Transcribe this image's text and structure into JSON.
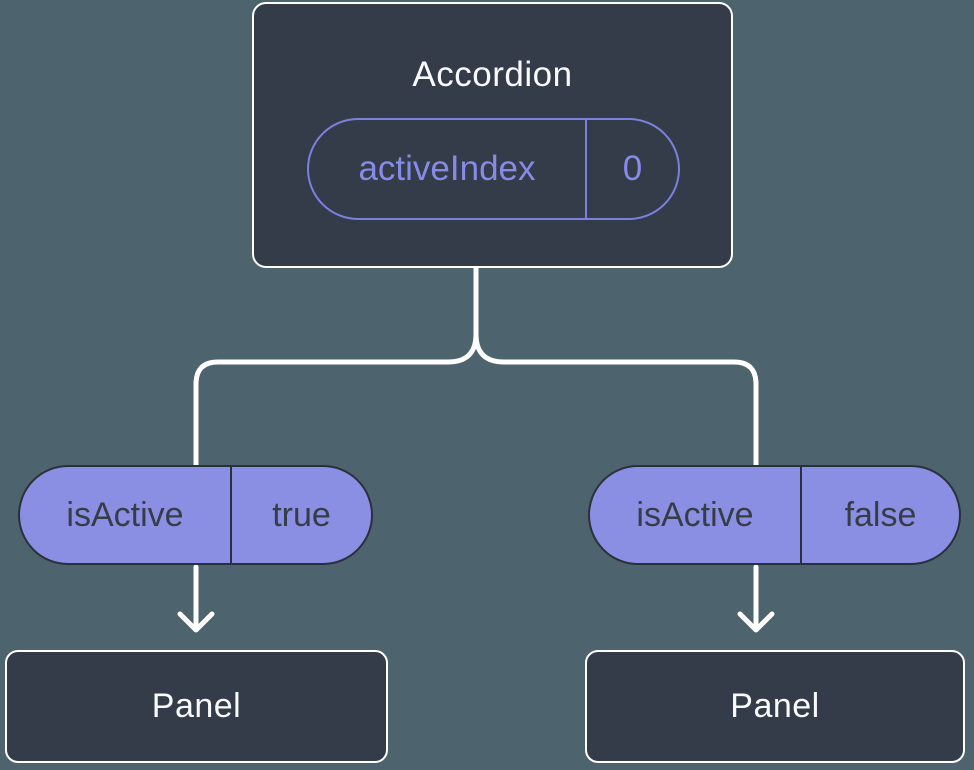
{
  "root_box": {
    "label": "Accordion",
    "prop_name": "activeIndex",
    "prop_value": "0"
  },
  "left_branch": {
    "prop_name": "isActive",
    "prop_value": "true",
    "panel_label": "Panel"
  },
  "right_branch": {
    "prop_name": "isActive",
    "prop_value": "false",
    "panel_label": "Panel"
  },
  "icons": {
    "left_arrow": "arrow-down-icon",
    "right_arrow": "arrow-down-icon"
  },
  "colors": {
    "background": "#4D636D",
    "node_fill": "#343B49",
    "node_border": "#FFFFFF",
    "node_text": "#F9FAFC",
    "pill_fill": "#8B8FE4",
    "pill_border": "#2B313C",
    "pill_text": "#363D47",
    "accent_purple": "#7C81E0",
    "accent_text": "#878BE8",
    "connector": "#FFFFFF"
  }
}
